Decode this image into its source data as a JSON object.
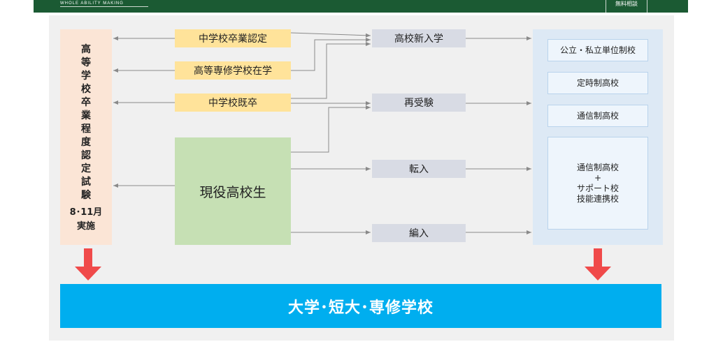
{
  "header": {
    "tagline": "WHOLE ABILITY MAKING",
    "consult_label": "無料相談"
  },
  "left_exam": {
    "label": "高等学校卒業程度認定試験",
    "schedule": "8･11月",
    "schedule_suffix": "実施"
  },
  "sources": {
    "certified": "中学校卒業認定",
    "technical": "高等専修学校在学",
    "graduate": "中学校既卒",
    "current": "現役高校生"
  },
  "paths": {
    "new_entry": "高校新入学",
    "retake": "再受験",
    "transfer": "転入",
    "reenroll": "編入"
  },
  "schools": {
    "credit": "公立・私立単位制校",
    "parttime": "定時制高校",
    "correspondence": "通信制高校",
    "combo_line1": "通信制高校",
    "combo_line2": "+",
    "combo_line3": "サポート校",
    "combo_line4": "技能連携校"
  },
  "destination": "大学･短大･専修学校",
  "colors": {
    "header_green": "#1b5a33",
    "source_yellow": "#ffe39a",
    "path_gray": "#d8dbe4",
    "current_green": "#c6e0b4",
    "exam_peach": "#fbe5d6",
    "school_blue": "#dde9f5",
    "destination_blue": "#00aeef",
    "down_arrow_red": "#f04a4a"
  }
}
